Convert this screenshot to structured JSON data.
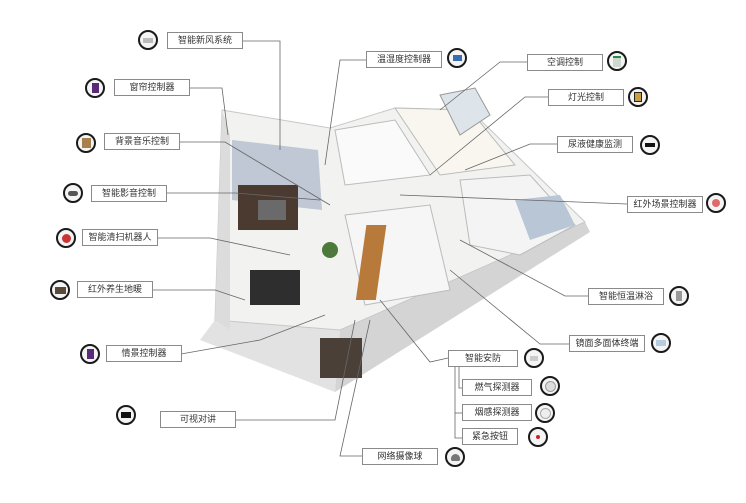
{
  "labels": {
    "fresh_air": "智能新风系统",
    "curtain": "窗帘控制器",
    "music": "背景音乐控制",
    "av": "智能影音控制",
    "robot": "智能清扫机器人",
    "floor_heat": "红外养生地暖",
    "scene": "情景控制器",
    "intercom": "可视对讲",
    "humidity": "温湿度控制器",
    "ac": "空调控制",
    "light": "灯光控制",
    "urine": "尿液健康监测",
    "ir_scene": "红外场景控制器",
    "shower": "智能恒温淋浴",
    "mirror": "镜面多面体终端",
    "security": "智能安防",
    "gas": "燃气探测器",
    "smoke": "烟感探测器",
    "panic": "紧急按钮",
    "camera": "网络摄像球"
  }
}
